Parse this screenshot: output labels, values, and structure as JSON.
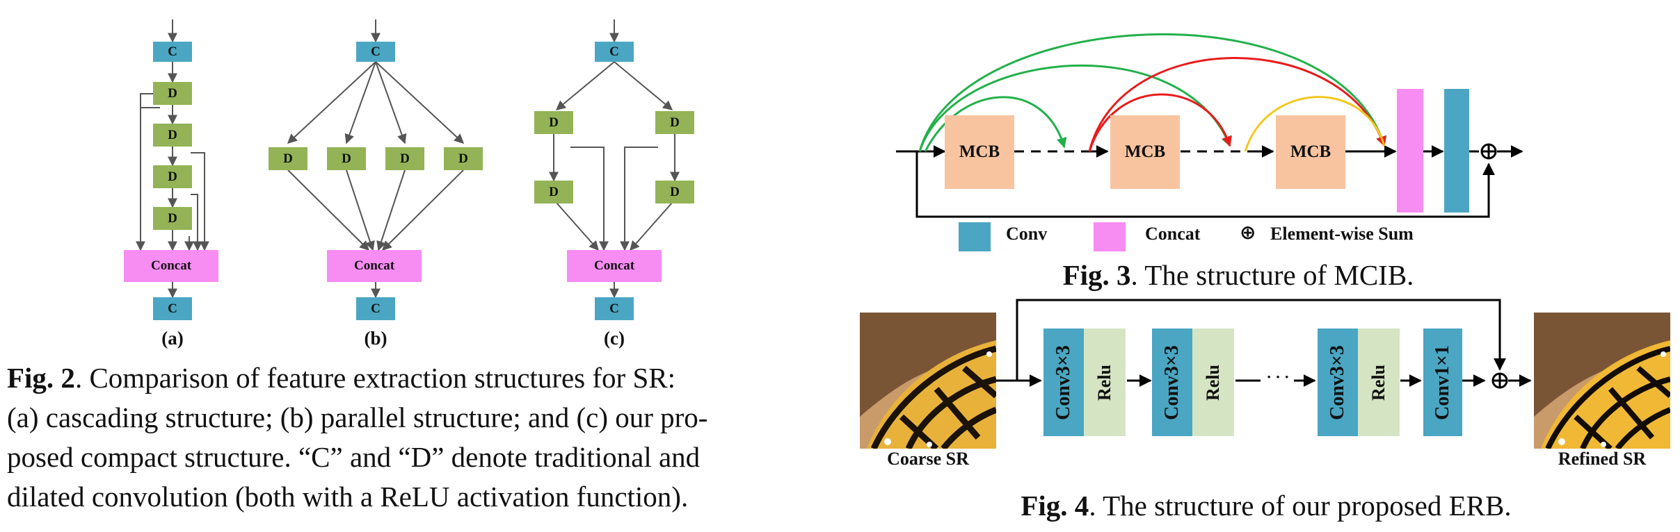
{
  "fig2": {
    "conv_label": "C",
    "dilated_label": "D",
    "concat_label": "Concat",
    "sub_a": "(a)",
    "sub_b": "(b)",
    "sub_c": "(c)",
    "caption_label": "Fig. 2",
    "caption_lines": [
      ". Comparison of feature extraction structures for SR:",
      "(a) cascading structure; (b) parallel structure; and (c) our pro-",
      "posed compact structure. “C” and “D” denote traditional and",
      "dilated convolution (both with a ReLU activation function)."
    ]
  },
  "fig3": {
    "block_label": "MCB",
    "legend": {
      "conv": "Conv",
      "concat": "Concat",
      "sum": "Element-wise Sum",
      "sum_symbol": "⊕"
    },
    "caption_label": "Fig. 3",
    "caption_text": ". The structure of MCIB."
  },
  "fig4": {
    "conv3_label": "Conv3×3",
    "conv1_label": "Conv1×1",
    "relu_label": "Relu",
    "dots": "· · ·",
    "input_label": "Coarse SR",
    "output_label": "Refined SR",
    "caption_label": "Fig. 4",
    "caption_text": ". The structure of our proposed ERB."
  },
  "colors": {
    "conv": "#4aa6c2",
    "dilated": "#93b356",
    "concat": "#f78cf2",
    "mcb": "#f8c4a0",
    "relu": "#d5e4c2",
    "arrow": "#555555",
    "green_skip": "#22b04a",
    "red_skip": "#e81c1c",
    "yellow_skip": "#f2c81e"
  }
}
